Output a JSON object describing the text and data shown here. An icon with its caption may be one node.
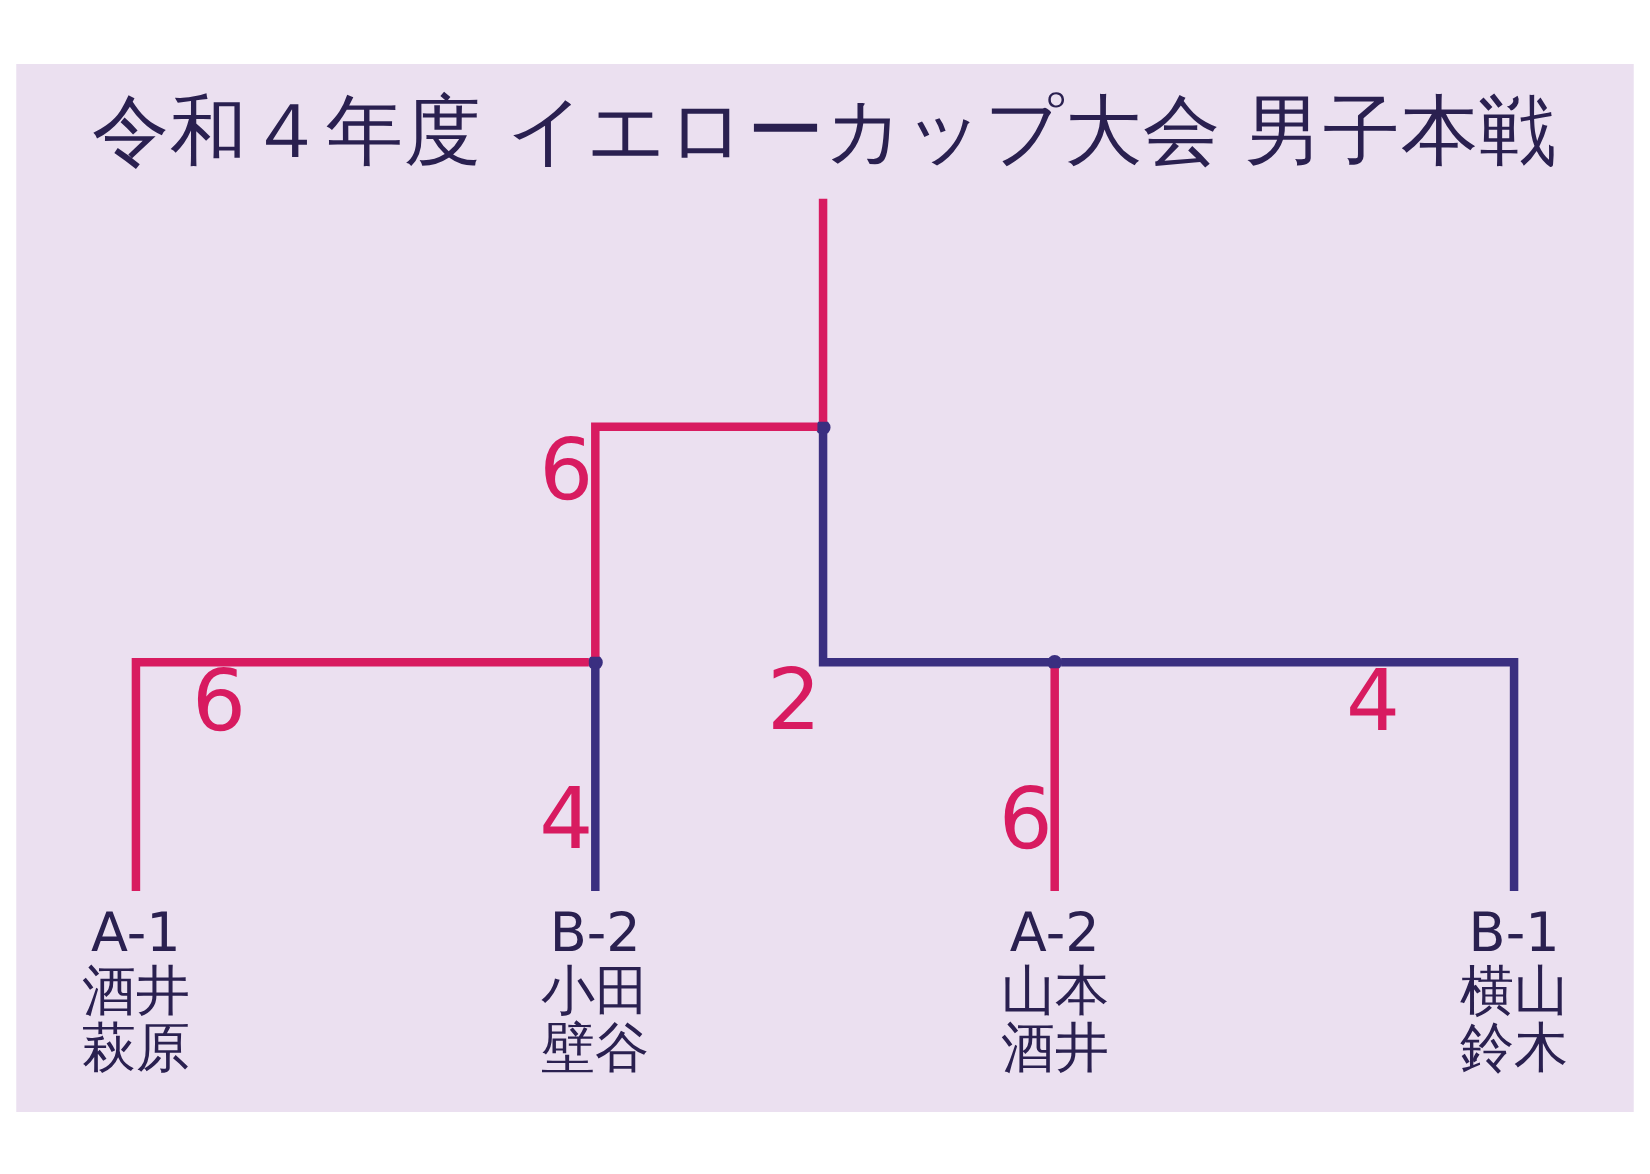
{
  "diagram": {
    "title": "令和４年度 イエローカップ大会 男子本戦",
    "nodes": [
      {
        "text": [
          "A-1",
          "酒井",
          "萩原"
        ]
      },
      {
        "text": [
          "B-2",
          "小田",
          "壁谷"
        ]
      },
      {
        "text": [
          "A-2",
          "山本",
          "酒井"
        ]
      },
      {
        "text": [
          "B-1",
          "横山",
          "鈴木"
        ]
      },
      {
        "text": [],
        "shape": "point"
      },
      {
        "text": [],
        "shape": "point"
      },
      {
        "text": [],
        "shape": "point"
      }
    ],
    "edges": [
      {
        "from": 0,
        "to": 4,
        "arrow": "none",
        "label": "6",
        "color": "#d81b60"
      },
      {
        "from": 1,
        "to": 4,
        "arrow": "none",
        "label": "4",
        "color": "#3a2f80"
      },
      {
        "from": 2,
        "to": 5,
        "arrow": "none",
        "label": "6",
        "color": "#d81b60"
      },
      {
        "from": 3,
        "to": 5,
        "arrow": "none",
        "label": "4",
        "color": "#3a2f80"
      },
      {
        "from": 4,
        "to": 6,
        "arrow": "none",
        "label": "6",
        "color": "#d81b60"
      },
      {
        "from": 5,
        "to": 6,
        "arrow": "none",
        "label": "2",
        "color": "#3a2f80"
      },
      {
        "from": 6,
        "to": null,
        "arrow": "none",
        "color": "#d81b60"
      }
    ]
  }
}
